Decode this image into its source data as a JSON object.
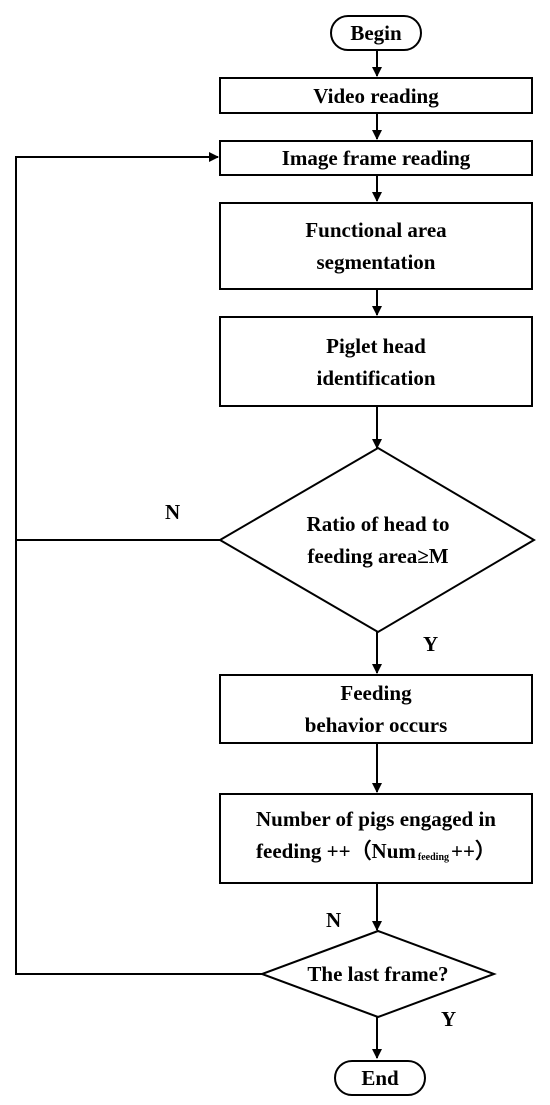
{
  "nodes": {
    "begin": "Begin",
    "video_reading": "Video reading",
    "image_frame_reading": "Image frame reading",
    "segmentation_line1": "Functional area",
    "segmentation_line2": "segmentation",
    "piglet_line1": "Piglet head",
    "piglet_line2": "identification",
    "ratio_line1": "Ratio of head to",
    "ratio_line2": "feeding area≥M",
    "feeding_line1": "Feeding",
    "feeding_line2": "behavior occurs",
    "number_line1": "Number of pigs engaged in",
    "number_line2_prefix": "feeding ++（Num",
    "number_line2_subscript": "feeding",
    "number_line2_suffix": "++）",
    "last_frame": "The last frame?",
    "end": "End"
  },
  "edge_labels": {
    "ratio_no": "N",
    "ratio_yes": "Y",
    "last_no": "N",
    "last_yes": "Y"
  }
}
